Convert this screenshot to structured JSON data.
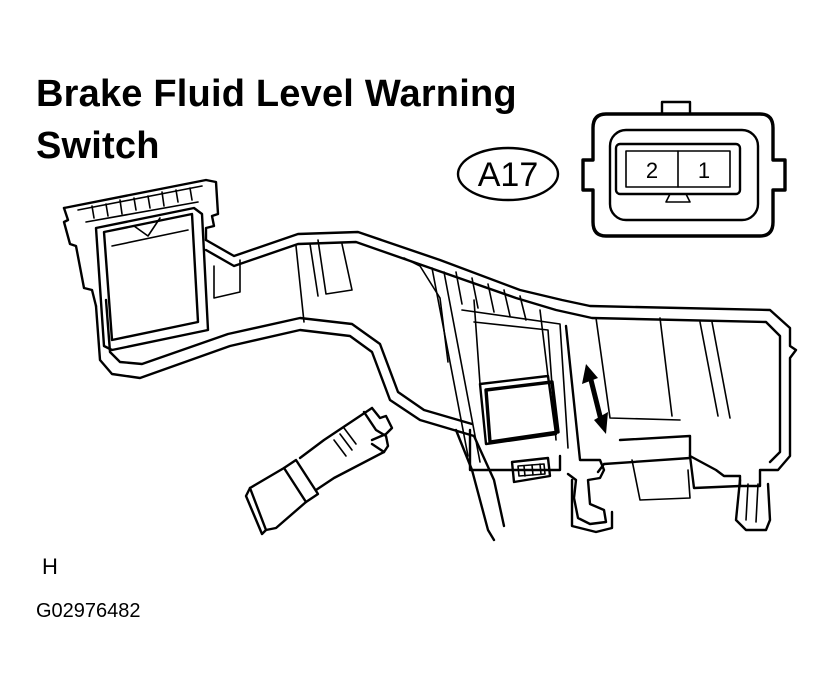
{
  "title_line_1": "Brake Fluid Level Warning",
  "title_line_2": "Switch",
  "connector": {
    "callout": "A17",
    "pins": [
      "2",
      "1"
    ]
  },
  "view_marker": "H",
  "figure_code": "G02976482",
  "colors": {
    "line": "#000000",
    "background": "#ffffff"
  }
}
